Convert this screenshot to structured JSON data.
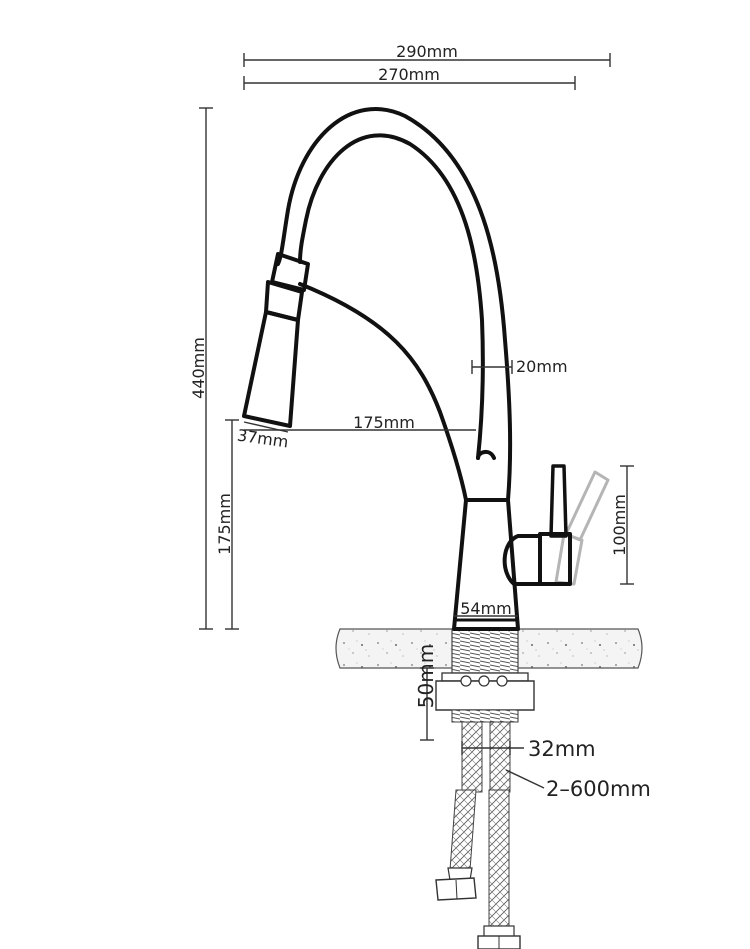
{
  "dimensions": {
    "total_reach": "290mm",
    "spout_reach": "270mm",
    "total_height": "440mm",
    "hose_diameter": "20mm",
    "spray_reach": "175mm",
    "spray_head_diameter": "37mm",
    "spray_clearance": "175mm",
    "handle_height": "100mm",
    "base_diameter": "54mm",
    "thread_length": "50mm",
    "inlet_diameter": "32mm",
    "inlet_hose_length": "2–600mm"
  },
  "colors": {
    "outline": "#111111",
    "dimension": "#333333",
    "countertop_fill": "#f2f2f2",
    "alternate_handle": "#b5b5b5"
  }
}
